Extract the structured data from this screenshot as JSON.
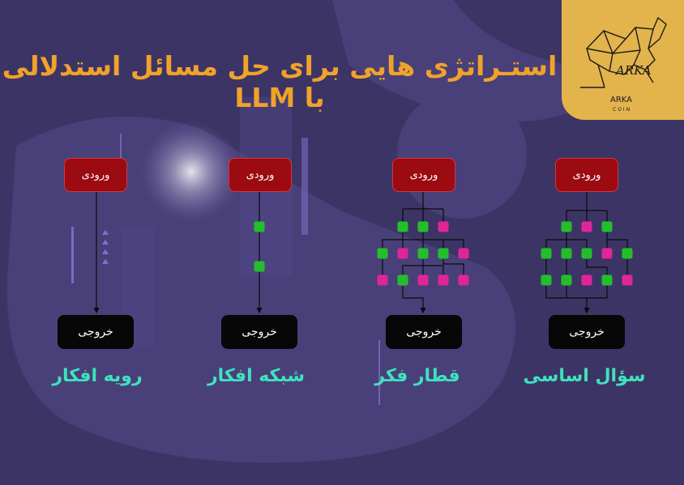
{
  "title": "استـراتژی هایی برای حل مسائل استدلالی با LLM",
  "logo": {
    "name": "ARKA",
    "sub": "COIN"
  },
  "colors": {
    "background": "#3d3466",
    "title": "#f0a22a",
    "input_node": "#9c0a12",
    "output_node": "#070707",
    "label": "#3fe3bd",
    "green_node": "#22bf2a",
    "magenta_node": "#e0259a",
    "logo_card": "#e3b34c"
  },
  "strategies": [
    {
      "label": "سؤال اساسی",
      "input": "ورودی",
      "output": "خروجی"
    },
    {
      "label": "قطار فکر",
      "input": "ورودی",
      "output": "خروجی"
    },
    {
      "label": "شبکه افکار",
      "input": "ورودی",
      "output": "خروجی"
    },
    {
      "label": "رویه افکار",
      "input": "ورودی",
      "output": "خروجی"
    }
  ]
}
